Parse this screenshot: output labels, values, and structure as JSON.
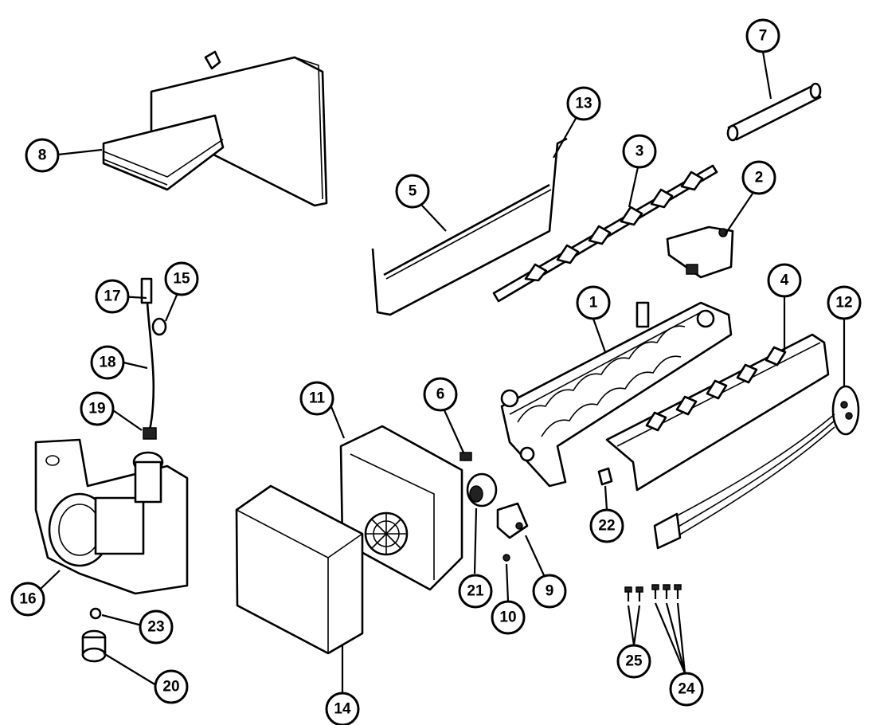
{
  "diagram": {
    "colors": {
      "ink": "#000000",
      "paper": "#ffffff"
    },
    "callouts": [
      {
        "id": "c1",
        "label": "1"
      },
      {
        "id": "c2",
        "label": "2"
      },
      {
        "id": "c3",
        "label": "3"
      },
      {
        "id": "c4",
        "label": "4"
      },
      {
        "id": "c5",
        "label": "5"
      },
      {
        "id": "c6",
        "label": "6"
      },
      {
        "id": "c7",
        "label": "7"
      },
      {
        "id": "c8",
        "label": "8"
      },
      {
        "id": "c9",
        "label": "9"
      },
      {
        "id": "c10",
        "label": "10"
      },
      {
        "id": "c11",
        "label": "11"
      },
      {
        "id": "c12",
        "label": "12"
      },
      {
        "id": "c13",
        "label": "13"
      },
      {
        "id": "c14",
        "label": "14"
      },
      {
        "id": "c15",
        "label": "15"
      },
      {
        "id": "c16",
        "label": "16"
      },
      {
        "id": "c17",
        "label": "17"
      },
      {
        "id": "c18",
        "label": "18"
      },
      {
        "id": "c19",
        "label": "19"
      },
      {
        "id": "c20",
        "label": "20"
      },
      {
        "id": "c21",
        "label": "21"
      },
      {
        "id": "c22",
        "label": "22"
      },
      {
        "id": "c23",
        "label": "23"
      },
      {
        "id": "c24",
        "label": "24"
      },
      {
        "id": "c25",
        "label": "25"
      }
    ]
  }
}
